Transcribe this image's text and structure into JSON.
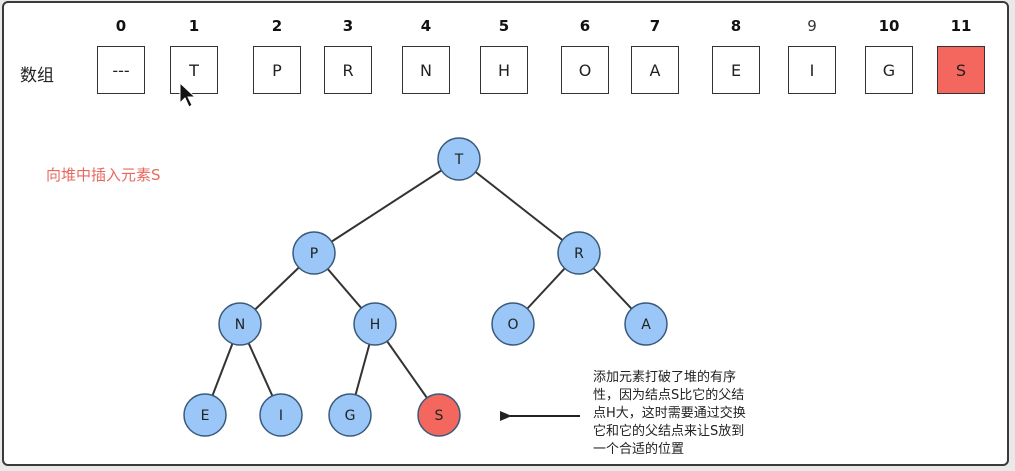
{
  "array": {
    "label": "数组",
    "indices": [
      "0",
      "1",
      "2",
      "3",
      "4",
      "5",
      "6",
      "7",
      "8",
      "9",
      "10",
      "11"
    ],
    "values": [
      "---",
      "T",
      "P",
      "R",
      "N",
      "H",
      "O",
      "A",
      "E",
      "I",
      "G",
      "S"
    ],
    "highlight_index": 11
  },
  "caption": "向堆中插入元素S",
  "tree": {
    "nodes": [
      "T",
      "P",
      "R",
      "N",
      "H",
      "O",
      "A",
      "E",
      "I",
      "G",
      "S"
    ],
    "edges": [
      [
        "T",
        "P"
      ],
      [
        "T",
        "R"
      ],
      [
        "P",
        "N"
      ],
      [
        "P",
        "H"
      ],
      [
        "R",
        "O"
      ],
      [
        "R",
        "A"
      ],
      [
        "N",
        "E"
      ],
      [
        "N",
        "I"
      ],
      [
        "H",
        "G"
      ],
      [
        "H",
        "S"
      ]
    ],
    "highlight_node": "S"
  },
  "note": {
    "lines": [
      "添加元素打破了堆的有序",
      "性，因为结点S比它的父结",
      "点H大，这时需要通过交换",
      "它和它的父结点来让S放到",
      "一个合适的位置"
    ]
  },
  "colors": {
    "node_fill": "#9ac7f7",
    "node_stroke": "#3a5a7a",
    "highlight": "#f4675e",
    "caption": "#e8685f"
  }
}
